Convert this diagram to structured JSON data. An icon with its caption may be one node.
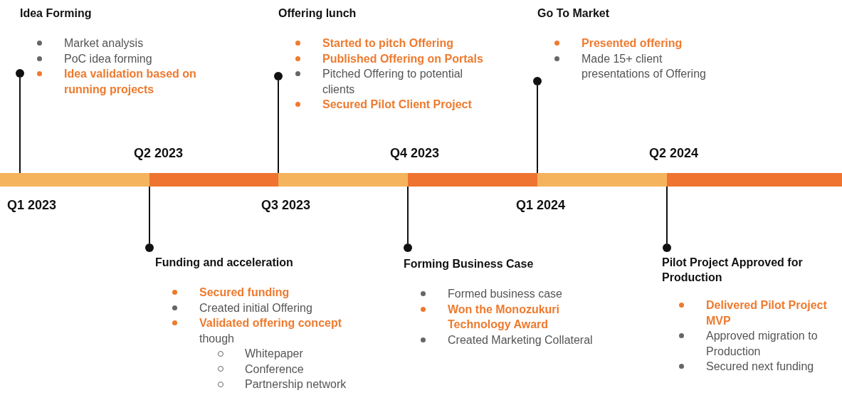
{
  "diagram": {
    "nodes": [
      {
        "text": [
          "Idea Forming"
        ]
      },
      {
        "text": [
          "Market analysis"
        ]
      },
      {
        "text": [
          "PoC idea forming"
        ]
      },
      {
        "text": [
          "Idea validation based on running projects"
        ]
      },
      {
        "text": [
          "Offering lunch"
        ]
      },
      {
        "text": [
          "Started to pitch Offering"
        ]
      },
      {
        "text": [
          "Published Offering on Portals"
        ]
      },
      {
        "text": [
          "Pitched Offering to potential clients"
        ]
      },
      {
        "text": [
          "Secured Pilot Client Project"
        ]
      },
      {
        "text": [
          "Go To Market"
        ]
      },
      {
        "text": [
          "Presented offering"
        ]
      },
      {
        "text": [
          "Made 15+ client presentations of Offering"
        ]
      },
      {
        "text": [
          "Funding and acceleration"
        ]
      },
      {
        "text": [
          "Secured funding"
        ]
      },
      {
        "text": [
          "Created initial Offering"
        ]
      },
      {
        "text": [
          "**Validated offering concept** though"
        ]
      },
      {
        "text": [
          "Whitepaper"
        ]
      },
      {
        "text": [
          "Conference"
        ]
      },
      {
        "text": [
          "Partnership network"
        ]
      },
      {
        "text": [
          "Forming Business Case"
        ]
      },
      {
        "text": [
          "Formed business case"
        ]
      },
      {
        "text": [
          "Won the Monozukuri Technology Award"
        ]
      },
      {
        "text": [
          "Created Marketing Collateral"
        ]
      },
      {
        "text": [
          "Pilot Project Approved for Production"
        ]
      },
      {
        "text": [
          "Delivered Pilot Project MVP"
        ]
      },
      {
        "text": [
          "Approved migration to Production"
        ]
      },
      {
        "text": [
          "Secured next funding"
        ]
      },
      {
        "text": [],
        "shape": "bar",
        "beside": [
          "Q1 2023"
        ]
      },
      {
        "text": [],
        "shape": "bar",
        "beside": [
          "Q2 2023"
        ]
      },
      {
        "text": [],
        "shape": "bar",
        "beside": [
          "Q3 2023"
        ]
      },
      {
        "text": [],
        "shape": "bar",
        "beside": [
          "Q4 2023"
        ]
      },
      {
        "text": [],
        "shape": "bar",
        "beside": [
          "Q1 2024"
        ]
      },
      {
        "text": [],
        "shape": "bar",
        "beside": [
          "Q2 2024"
        ]
      },
      {
        "text": [],
        "shape": "circle"
      },
      {
        "text": [],
        "shape": "circle"
      },
      {
        "text": [],
        "shape": "circle"
      },
      {
        "text": [],
        "shape": "circle"
      },
      {
        "text": [],
        "shape": "circle"
      },
      {
        "text": [],
        "shape": "circle"
      }
    ],
    "edges": [
      {
        "from": 33,
        "to": 27,
        "arrow": "none"
      },
      {
        "from": 34,
        "to": 28,
        "arrow": "none"
      },
      {
        "from": 35,
        "to": 29,
        "arrow": "none"
      },
      {
        "from": 36,
        "to": 30,
        "arrow": "none"
      },
      {
        "from": 37,
        "to": 31,
        "arrow": "none"
      },
      {
        "from": 38,
        "to": 32,
        "arrow": "none"
      }
    ]
  }
}
